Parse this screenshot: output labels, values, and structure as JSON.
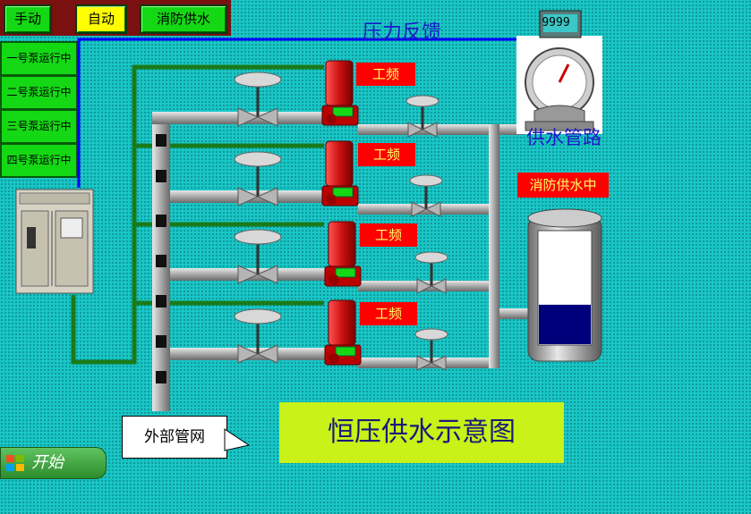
{
  "modes": [
    {
      "label": "手动",
      "color": "#15d815",
      "text_color": "#000000"
    },
    {
      "label": "自动",
      "color": "#ffff00",
      "text_color": "#000000"
    },
    {
      "label": "消防供水",
      "color": "#15d815",
      "text_color": "#000000"
    }
  ],
  "pumps_status": [
    "一号泵运行中",
    "二号泵运行中",
    "三号泵运行中",
    "四号泵运行中"
  ],
  "pump_mode_labels": [
    "工频",
    "工频",
    "工频",
    "工频"
  ],
  "pressure_feedback_label": "压力反馈",
  "gauge_value": "9999",
  "supply_pipe_label": "供水管路",
  "fire_status_label": "消防供水中",
  "external_network_label": "外部管网",
  "diagram_title": "恒压供水示意图",
  "start_button_label": "开始",
  "tank_level": 0.35,
  "colors": {
    "background": "#19c6c6",
    "pipe": "#b0b0b0",
    "green_wire": "#1a7a1a",
    "blue_wire": "#0000ff",
    "pump_red": "#cc1111",
    "water": "#00007a"
  }
}
